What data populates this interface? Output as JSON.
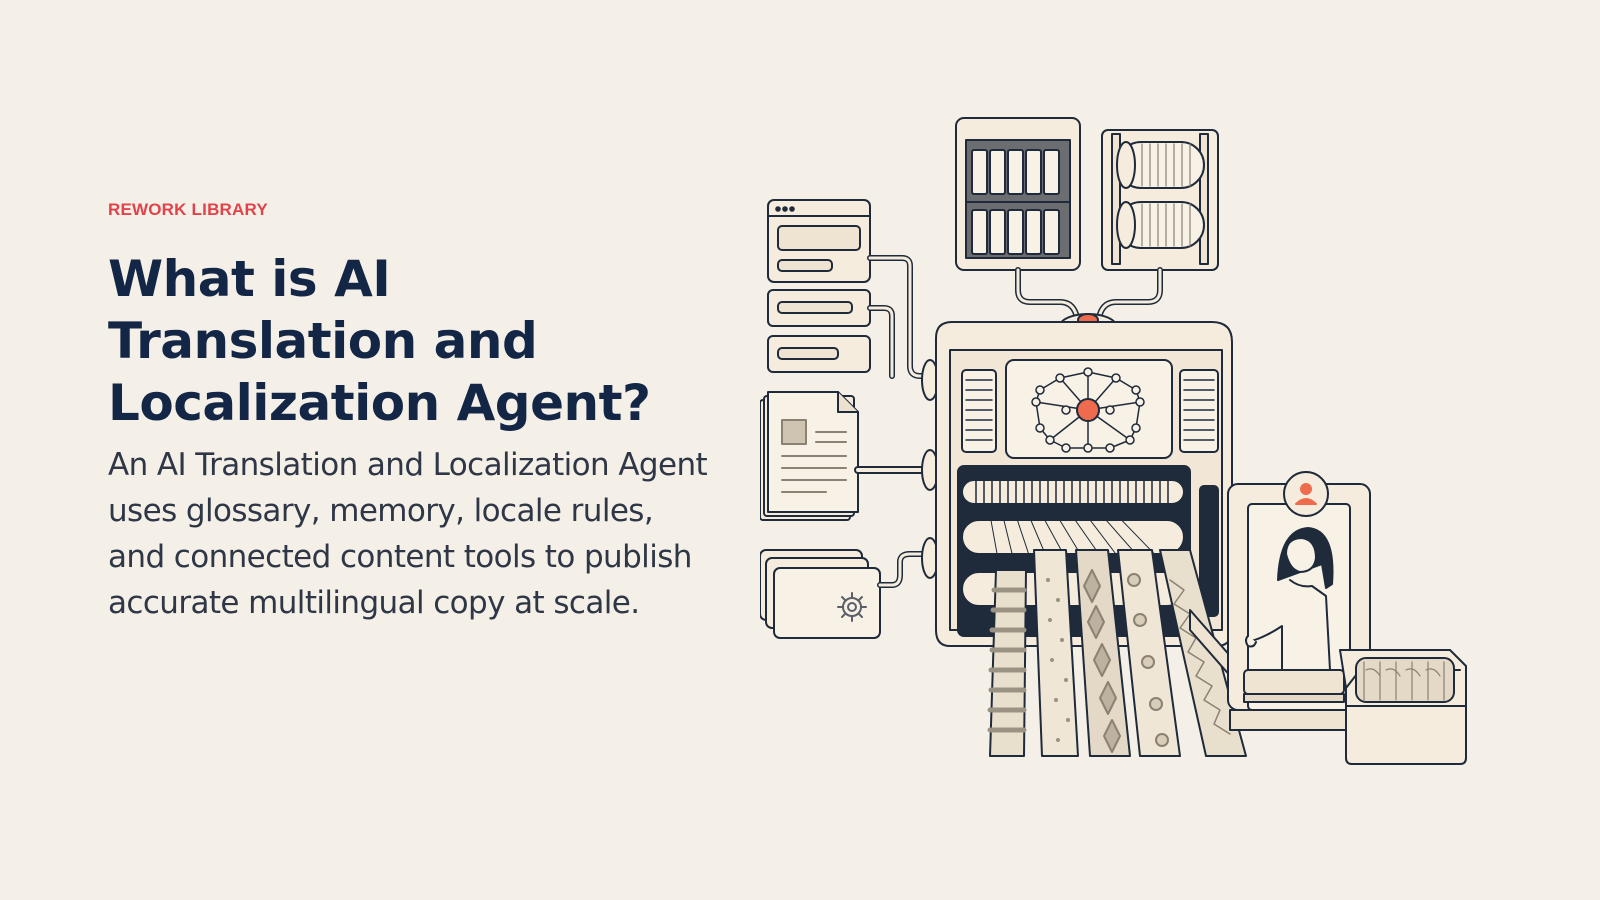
{
  "header": {
    "eyebrow": "REWORK LIBRARY",
    "title": "What is AI Translation and Localization Agent?",
    "description": "An AI Translation and Localization Agent uses glossary, memory, locale rules, and connected content tools to publish accurate multilingual copy at scale."
  },
  "illustration": {
    "icons": [
      "browser-window-icon",
      "document-icon",
      "gear-icon",
      "neural-network-icon",
      "person-icon"
    ]
  },
  "colors": {
    "background": "#f4f0e8",
    "accent": "#e2434b",
    "title": "#132646",
    "body": "#2f3747",
    "node_accent": "#ee6c4d"
  }
}
